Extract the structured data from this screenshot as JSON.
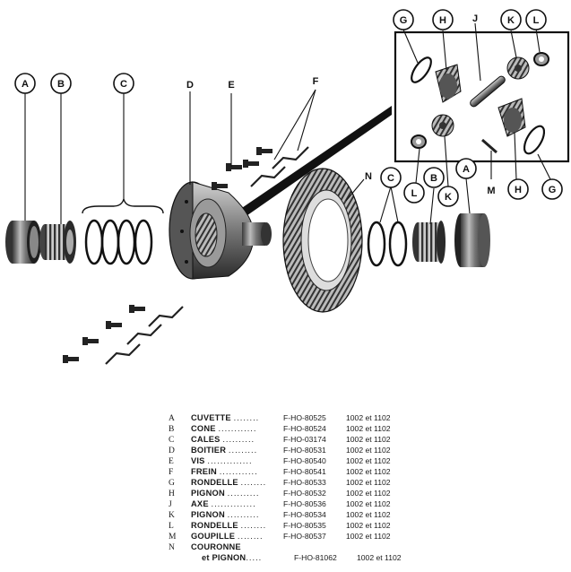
{
  "callouts": {
    "A_left": "A",
    "B_left": "B",
    "C_left": "C",
    "D": "D",
    "E": "E",
    "F": "F",
    "G_top": "G",
    "H_top": "H",
    "J": "J",
    "K_top": "K",
    "L_top": "L",
    "N": "N",
    "C_right": "C",
    "B_right": "B",
    "A_right": "A",
    "L_mid": "L",
    "K_mid": "K",
    "M": "M",
    "H_bottom": "H",
    "G_bottom": "G"
  },
  "parts": [
    {
      "letter": "A",
      "name": "CUVETTE",
      "dots": "........",
      "ref": "F-HO-80525",
      "applies": "1002 et 1102"
    },
    {
      "letter": "B",
      "name": "CONE",
      "dots": "............",
      "ref": "F-HO-80524",
      "applies": "1002 et 1102"
    },
    {
      "letter": "C",
      "name": "CALES",
      "dots": "..........",
      "ref": "F-HO-03174",
      "applies": "1002 et 1102"
    },
    {
      "letter": "D",
      "name": "BOITIER",
      "dots": ".........",
      "ref": "F-HO-80531",
      "applies": "1002 et 1102"
    },
    {
      "letter": "E",
      "name": "VIS",
      "dots": "..............",
      "ref": "F-HO-80540",
      "applies": "1002 et 1102"
    },
    {
      "letter": "F",
      "name": "FREIN",
      "dots": "............",
      "ref": "F-HO-80541",
      "applies": "1002 et 1102"
    },
    {
      "letter": "G",
      "name": "RONDELLE",
      "dots": "........",
      "ref": "F-HO-80533",
      "applies": "1002 et 1102"
    },
    {
      "letter": "H",
      "name": "PIGNON",
      "dots": "..........",
      "ref": "F-HO-80532",
      "applies": "1002 et 1102"
    },
    {
      "letter": "J",
      "name": "AXE",
      "dots": "..............",
      "ref": "F-HO-80536",
      "applies": "1002 et 1102"
    },
    {
      "letter": "K",
      "name": "PIGNON",
      "dots": "..........",
      "ref": "F-HO-80534",
      "applies": "1002 et 1102"
    },
    {
      "letter": "L",
      "name": "RONDELLE",
      "dots": "........",
      "ref": "F-HO-80535",
      "applies": "1002 et 1102"
    },
    {
      "letter": "M",
      "name": "GOUPILLE",
      "dots": "........",
      "ref": "F-HO-80537",
      "applies": "1002 et 1102"
    }
  ],
  "last_part": {
    "letter": "N",
    "name_line1": "COURONNE",
    "name_line2": "et PIGNON",
    "dots": ".....",
    "ref": "F-HO-81062",
    "applies": "1002 et 1102"
  }
}
